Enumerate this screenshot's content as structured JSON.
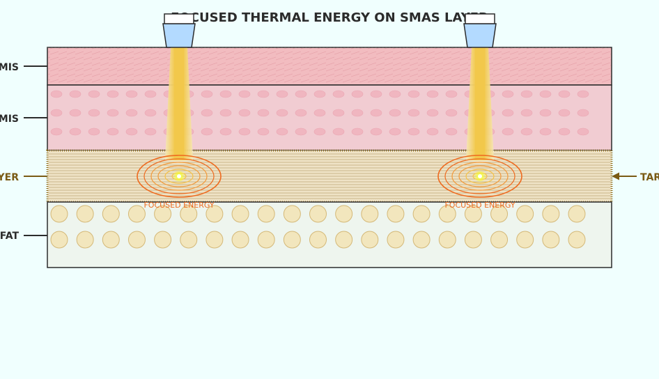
{
  "title": "FOCUSED THERMAL ENERGY ON SMAS LAYER",
  "layers": {
    "epidermis": {
      "label": "EPIDERMIS",
      "color": "#f2bcc0"
    },
    "dermis": {
      "label": "DERMIS",
      "color": "#f1ccd2"
    },
    "smas": {
      "label": "SMAS LAYER",
      "color": "#efe3c6",
      "label_color": "#7a5a14"
    },
    "fat": {
      "label": "SUBCUTANEOUS FAT",
      "color": "#eef5ee"
    }
  },
  "target_label": "TARGET",
  "focal_points": [
    {
      "label": "FOCUSED ENERGY"
    },
    {
      "label": "FOCUSED ENERGY"
    }
  ],
  "colors": {
    "beam": "#f2c84b",
    "rings": "#ee6a1e",
    "transducer": "#b3daff",
    "arrow": "#7a5a14"
  }
}
